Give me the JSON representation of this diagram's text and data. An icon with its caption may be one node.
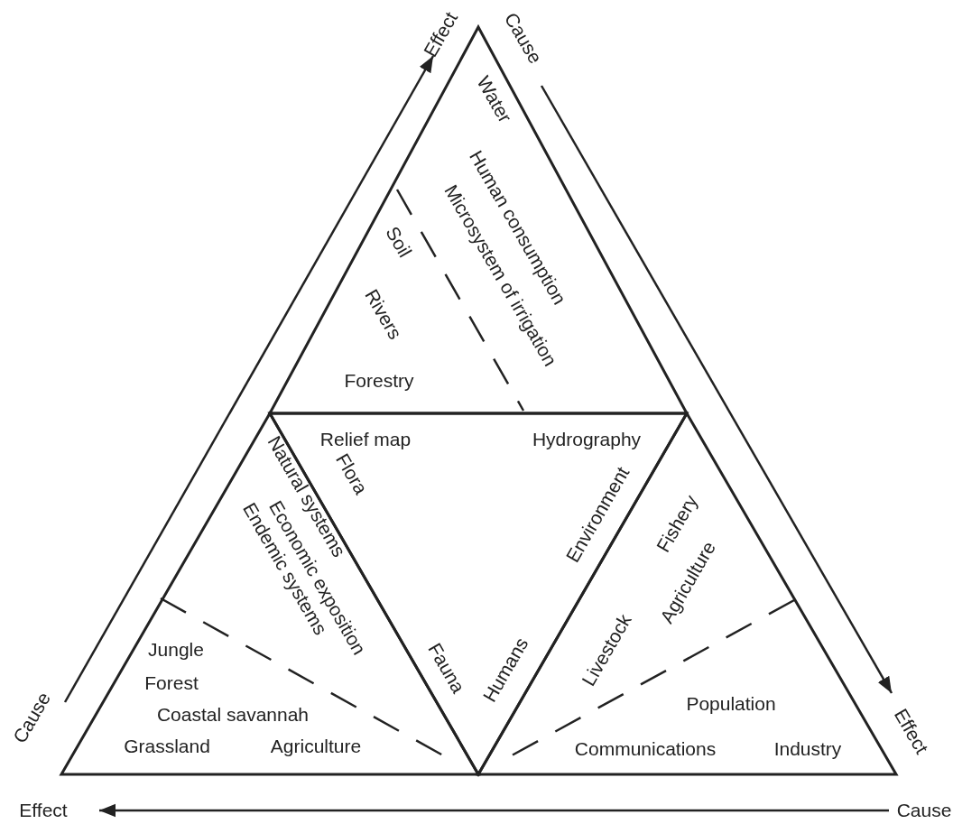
{
  "diagram": {
    "nodes": [
      {
        "text": [
          "Water",
          "Human consumption",
          "Microsystem of irrigation",
          "Soil",
          "Rivers",
          "Forestry"
        ]
      },
      {
        "text": [
          "Relief map",
          "Hydrography",
          "Flora",
          "Environment",
          "Fauna",
          "Humans"
        ]
      },
      {
        "text": [
          "Natural systems",
          "Economic exposition",
          "Endemic systems",
          "Jungle",
          "Forest",
          "Coastal savannah",
          "Grassland",
          "Agriculture"
        ]
      },
      {
        "text": [
          "Fishery",
          "Agriculture",
          "Livestock",
          "Population",
          "Communications",
          "Industry"
        ]
      }
    ],
    "edges": [],
    "labels": [
      "Effect",
      "Cause",
      "Cause",
      "Effect",
      "Effect",
      "Cause"
    ]
  }
}
